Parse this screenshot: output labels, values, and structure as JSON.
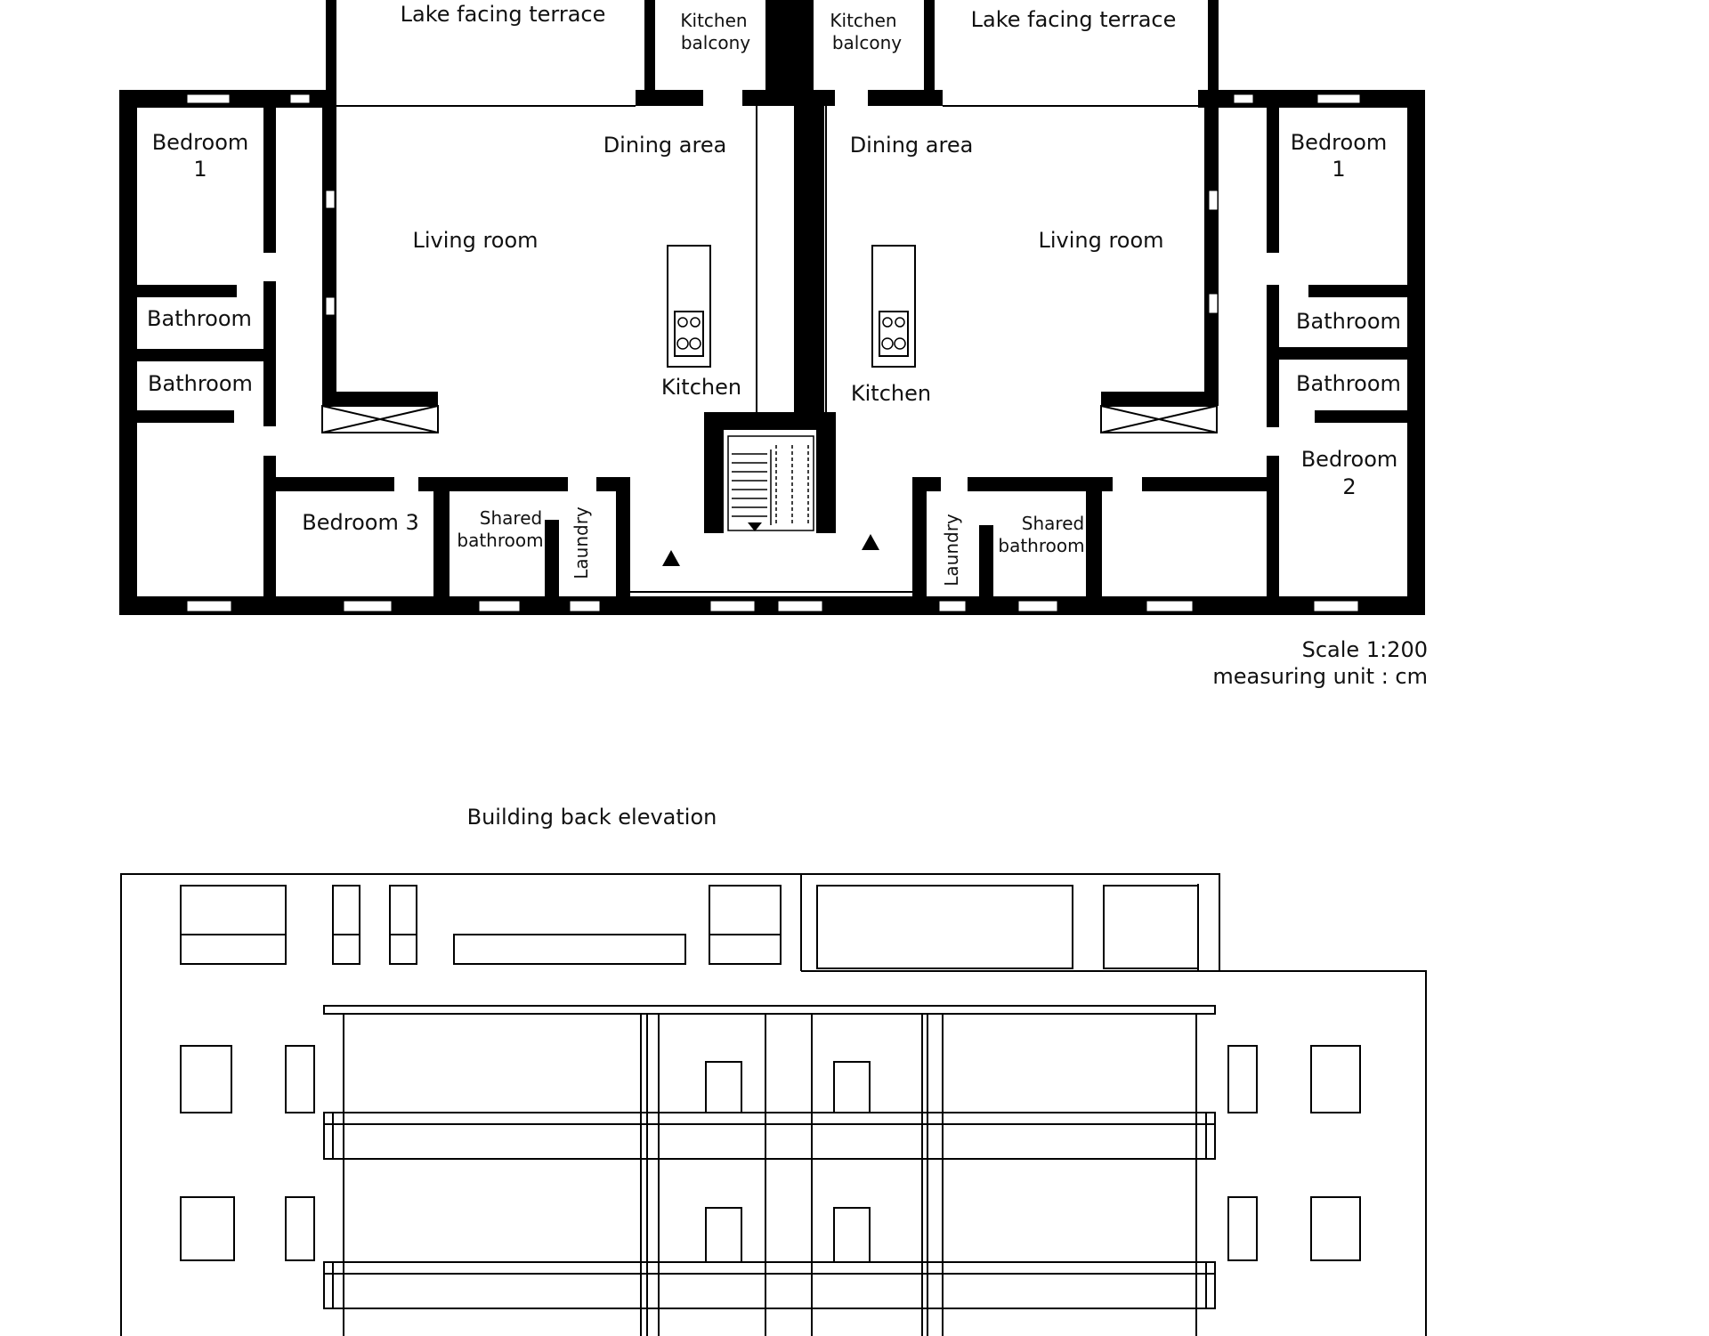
{
  "floor_plan": {
    "labels": {
      "terrace_left": "Lake facing terrace",
      "terrace_right": "Lake facing terrace",
      "kitchen_balcony_left_1": "Kitchen",
      "kitchen_balcony_left_2": "balcony",
      "kitchen_balcony_right_1": "Kitchen",
      "kitchen_balcony_right_2": "balcony",
      "dining_left": "Dining area",
      "dining_right": "Dining area",
      "living_left": "Living room",
      "living_right": "Living room",
      "kitchen_left": "Kitchen",
      "kitchen_right": "Kitchen",
      "bedroom1_left_1": "Bedroom",
      "bedroom1_left_2": "1",
      "bedroom1_right_1": "Bedroom",
      "bedroom1_right_2": "1",
      "bathroom_left_a": "Bathroom",
      "bathroom_left_b": "Bathroom",
      "bathroom_right_a": "Bathroom",
      "bathroom_right_b": "Bathroom",
      "bedroom3": "Bedroom 3",
      "shared_bath_left_1": "Shared",
      "shared_bath_left_2": "bathroom",
      "shared_bath_right_1": "Shared",
      "shared_bath_right_2": "bathroom",
      "laundry_left": "Laundry",
      "laundry_right": "Laundry",
      "bedroom2_1": "Bedroom",
      "bedroom2_2": "2"
    },
    "scale_line1": "Scale 1:200",
    "scale_line2": "measuring unit : cm"
  },
  "elevation": {
    "title": "Building back elevation"
  }
}
